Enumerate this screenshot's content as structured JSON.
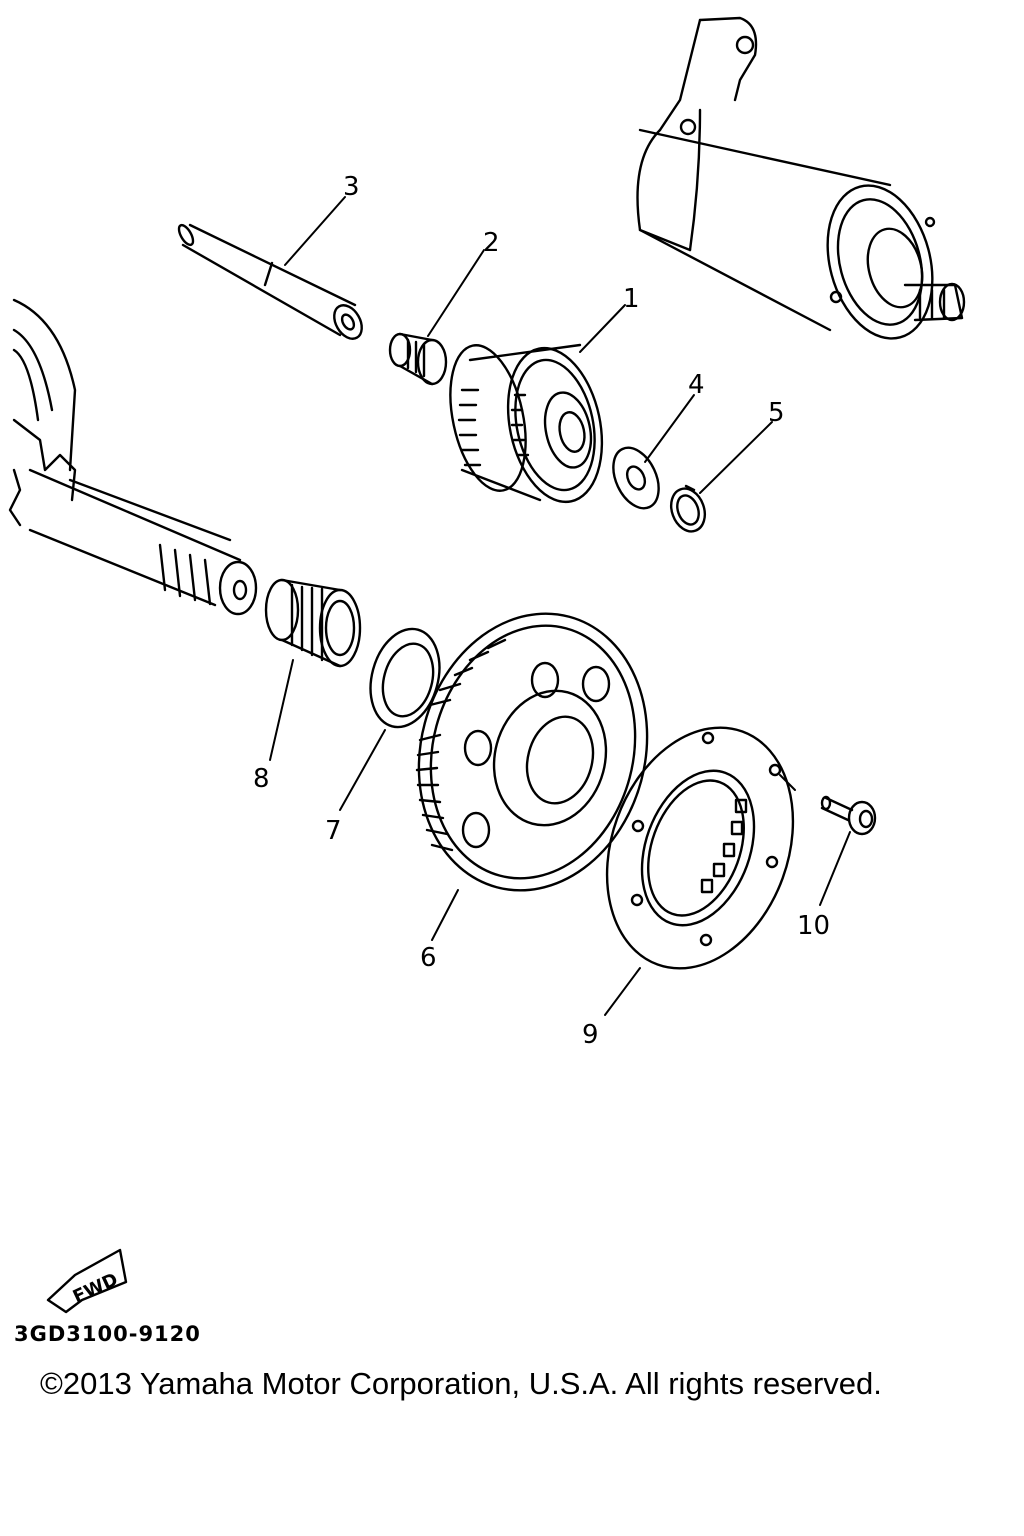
{
  "callouts": [
    "1",
    "2",
    "3",
    "4",
    "5",
    "6",
    "7",
    "8",
    "9",
    "10"
  ],
  "fwd_label": "FWD",
  "diagram_code": "3GD3100-9120",
  "copyright": "©2013 Yamaha Motor Corporation, U.S.A. All rights reserved."
}
